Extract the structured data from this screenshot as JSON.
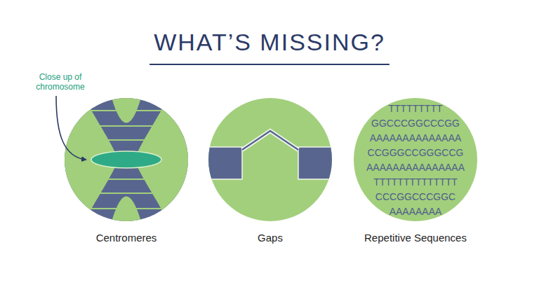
{
  "diagram": {
    "title": "WHAT’S MISSING?",
    "nodes": [
      {
        "text": [
          "Centromeres"
        ]
      },
      {
        "text": [
          "Gaps"
        ]
      },
      {
        "text": [
          "TTTTTTTTT",
          "GGCCCGGCCCGG",
          "AAAAAAAAAAAAAA",
          "CCGGGCCGGGCCG",
          "AAAAAAAAAAAAAAA",
          "TTTTTTTTTTTTTT",
          "CCCGGCCCGGC",
          "AAAAAAAA",
          "Repetitive Sequences"
        ]
      }
    ],
    "labels": [
      "Close up of chromosome"
    ]
  }
}
